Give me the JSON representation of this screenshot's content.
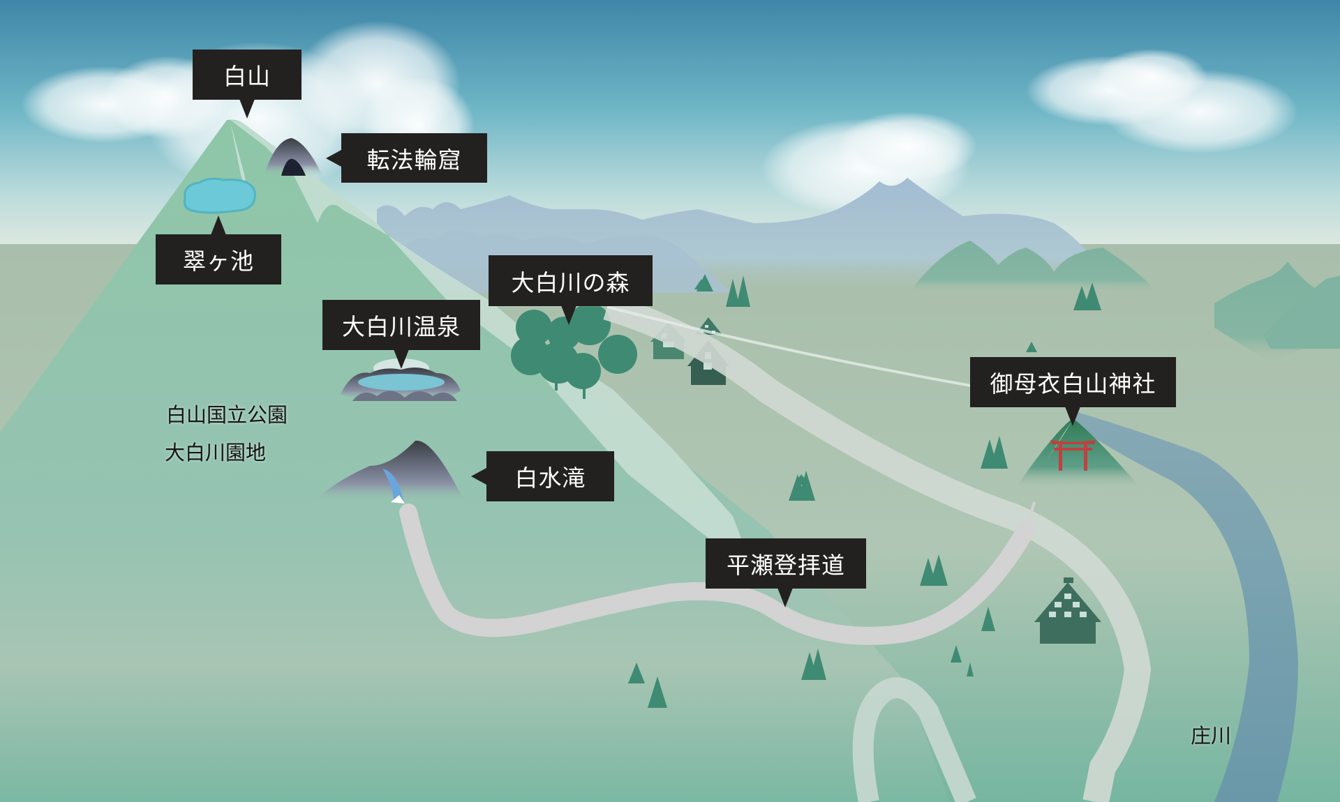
{
  "map": {
    "colors": {
      "sky_top": "#3f86a8",
      "sky_mid": "#71b8c8",
      "sky_horizon": "#dce7e2",
      "plain_far": "#a8bea9",
      "plain_near": "#7ab6a2",
      "main_mountain": "#94c5ab",
      "main_mountain_snow": "#c6ded6",
      "far_mountains": "#a3bdd2",
      "river": "#6f9cae",
      "road": "#d0d9d3",
      "trail": "#d3d3d3",
      "label_bg": "#222120",
      "label_text": "#ffffff",
      "tree": "#3f8a74",
      "house": "#3e6e5e",
      "torii": "#c0413e",
      "pond": "#6bc9d8"
    },
    "labels": [
      {
        "id": "hakusan",
        "text": "白山"
      },
      {
        "id": "tenpourin-kutsu",
        "text": "転法輪窟"
      },
      {
        "id": "midorigaike",
        "text": "翠ヶ池"
      },
      {
        "id": "oshirakawa-onsen",
        "text": "大白川温泉"
      },
      {
        "id": "oshirakawa-mori",
        "text": "大白川の森"
      },
      {
        "id": "shiramizu-taki",
        "text": "白水滝"
      },
      {
        "id": "hirase-tohaido",
        "text": "平瀬登拝道"
      },
      {
        "id": "mihoro-hakusan-jinja",
        "text": "御母衣白山神社"
      }
    ],
    "area_text": {
      "line1": "白山国立公園",
      "line2": "大白川園地"
    },
    "river_name": "庄川"
  }
}
